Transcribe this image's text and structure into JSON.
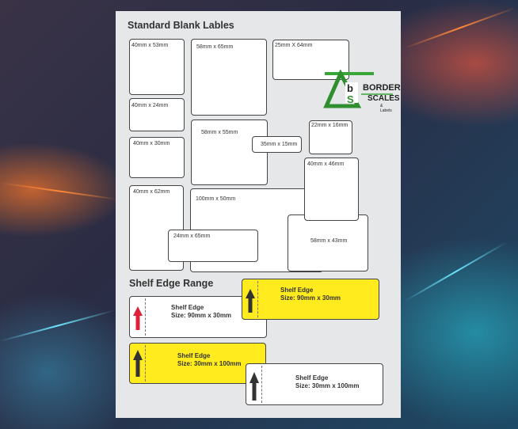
{
  "title": "Standard Blank Lables",
  "labels": [
    "40mm x 53mm",
    "58mm x 65mm",
    "25mm X 64mm",
    "40mm x 24mm",
    "58mm x 55mm",
    "35mm x 15mm",
    "22mm x 16mm",
    "40mm x 30mm",
    "40mm x 46mm",
    "40mm x 62mm",
    "100mm x 50mm",
    "24mm x 65mm",
    "58mm x 43mm"
  ],
  "logo": {
    "line1": "BORDER",
    "line2": "SCALES",
    "line3": "& Labels",
    "letters": "bs"
  },
  "shelf_title": "Shelf Edge Range",
  "shelf": [
    {
      "name": "Shelf Edge",
      "size": "Size: 90mm x 30mm",
      "color": "#ffffff",
      "arrow": "#e0203a"
    },
    {
      "name": "Shelf Edge",
      "size": "Size: 90mm x 30mm",
      "color": "#ffeb1e",
      "arrow": "#333333"
    },
    {
      "name": "Shelf Edge",
      "size": "Size: 30mm x 100mm",
      "color": "#ffeb1e",
      "arrow": "#333333"
    },
    {
      "name": "Shelf Edge",
      "size": "Size: 30mm x 100mm",
      "color": "#ffffff",
      "arrow": "#333333"
    }
  ]
}
